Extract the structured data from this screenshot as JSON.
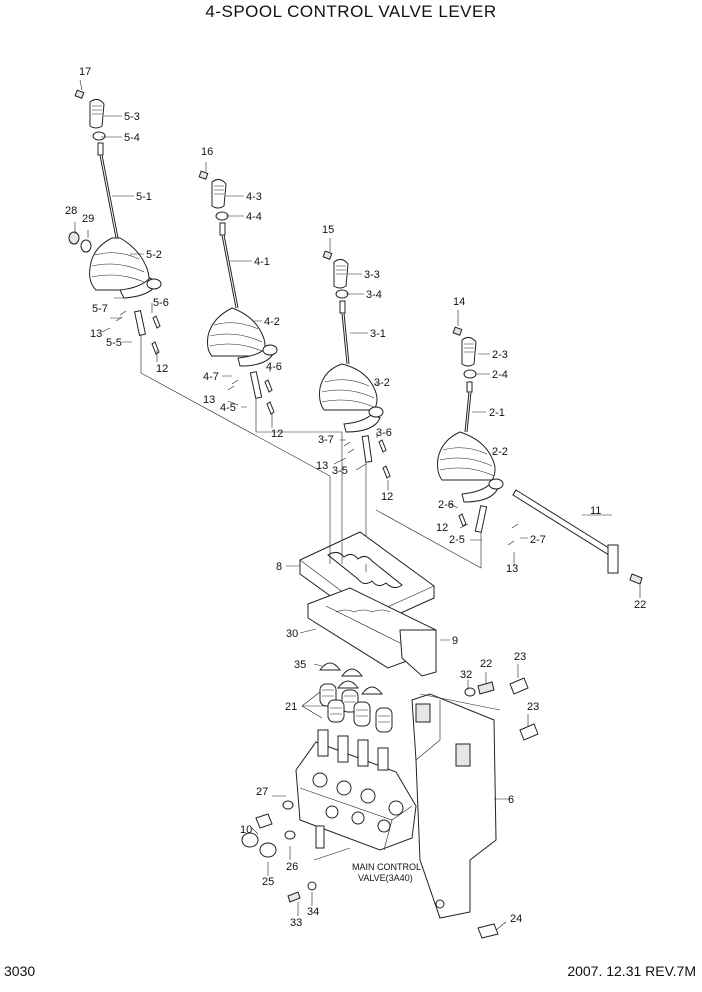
{
  "title": "4-SPOOL CONTROL VALVE LEVER",
  "page_number": "3030",
  "revision": "2007. 12.31  REV.7M",
  "main_valve_note": [
    "MAIN CONTROL",
    "VALVE(3A40)"
  ],
  "labels": {
    "l17": "17",
    "l5_3": "5-3",
    "l5_4": "5-4",
    "l5_1": "5-1",
    "l28": "28",
    "l29": "29",
    "l5_2": "5-2",
    "l5_6": "5-6",
    "l5_7": "5-7",
    "l13a": "13",
    "l5_5": "5-5",
    "l12a": "12",
    "l16": "16",
    "l4_3": "4-3",
    "l4_4": "4-4",
    "l4_1": "4-1",
    "l4_2": "4-2",
    "l4_6": "4-6",
    "l4_7": "4-7",
    "l13b": "13",
    "l4_5": "4-5",
    "l12b": "12",
    "l15": "15",
    "l3_3": "3-3",
    "l3_4": "3-4",
    "l3_1": "3-1",
    "l3_2": "3-2",
    "l3_6": "3-6",
    "l3_7": "3-7",
    "l13c": "13",
    "l3_5": "3-5",
    "l12c": "12",
    "l14": "14",
    "l2_3": "2-3",
    "l2_4": "2-4",
    "l2_1": "2-1",
    "l2_2": "2-2",
    "l2_6": "2-6",
    "l12d": "12",
    "l2_5": "2-5",
    "l2_7": "2-7",
    "l13d": "13",
    "l11": "11",
    "l22a": "22",
    "l8": "8",
    "l30": "30",
    "l9": "9",
    "l35": "35",
    "l21": "21",
    "l32": "32",
    "l22b": "22",
    "l23a": "23",
    "l23b": "23",
    "l27": "27",
    "l10": "10",
    "l26": "26",
    "l25": "25",
    "l6": "6",
    "l33": "33",
    "l34": "34",
    "l24": "24"
  }
}
